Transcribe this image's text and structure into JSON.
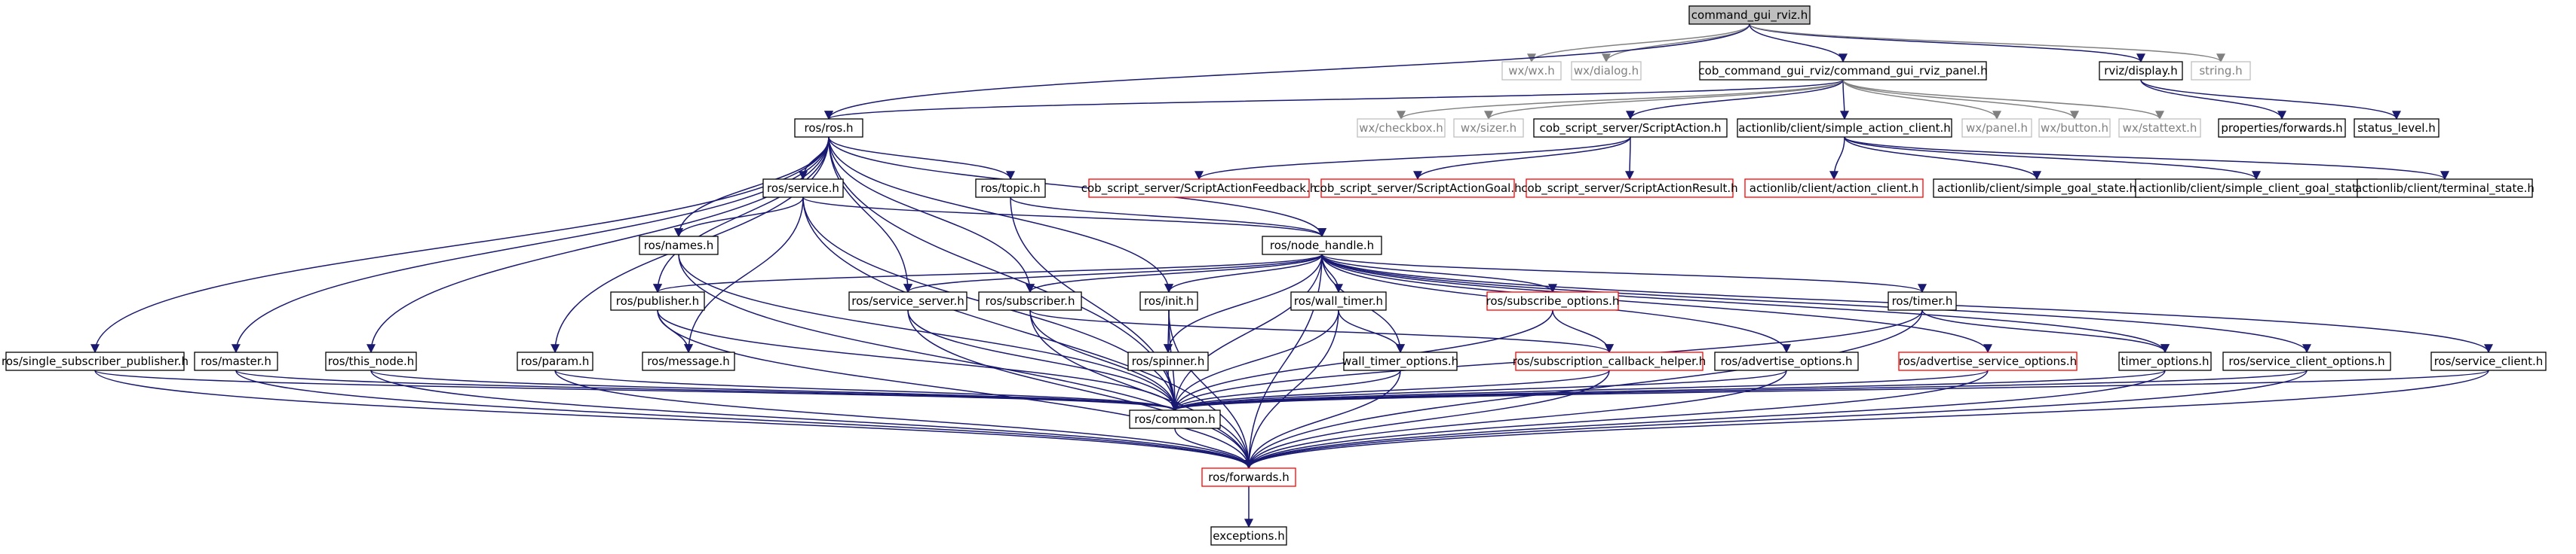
{
  "diagram": {
    "nodes": {
      "root": {
        "label": "command_gui_rviz.h",
        "style": "root"
      },
      "wxwx": {
        "label": "wx/wx.h",
        "style": "gray"
      },
      "wxdialog": {
        "label": "wx/dialog.h",
        "style": "gray"
      },
      "panel": {
        "label": "cob_command_gui_rviz/command_gui_rviz_panel.h",
        "style": "normal"
      },
      "rvizdisplay": {
        "label": "rviz/display.h",
        "style": "normal"
      },
      "string": {
        "label": "string.h",
        "style": "gray"
      },
      "rosros": {
        "label": "ros/ros.h",
        "style": "normal"
      },
      "wxcheckbox": {
        "label": "wx/checkbox.h",
        "style": "gray"
      },
      "wxsizer": {
        "label": "wx/sizer.h",
        "style": "gray"
      },
      "scriptaction": {
        "label": "cob_script_server/ScriptAction.h",
        "style": "normal"
      },
      "sac": {
        "label": "actionlib/client/simple_action_client.h",
        "style": "normal"
      },
      "wxpanel": {
        "label": "wx/panel.h",
        "style": "gray"
      },
      "wxbutton": {
        "label": "wx/button.h",
        "style": "gray"
      },
      "wxstattext": {
        "label": "wx/stattext.h",
        "style": "gray"
      },
      "propforwards": {
        "label": "properties/forwards.h",
        "style": "normal"
      },
      "statuslevel": {
        "label": "status_level.h",
        "style": "normal"
      },
      "safeedback": {
        "label": "cob_script_server/ScriptActionFeedback.h",
        "style": "red"
      },
      "sagoal": {
        "label": "cob_script_server/ScriptActionGoal.h",
        "style": "red"
      },
      "saresult": {
        "label": "cob_script_server/ScriptActionResult.h",
        "style": "red"
      },
      "actionclient": {
        "label": "actionlib/client/action_client.h",
        "style": "red"
      },
      "simplegoalstate": {
        "label": "actionlib/client/simple_goal_state.h",
        "style": "normal"
      },
      "simpleclientgoalstate": {
        "label": "actionlib/client/simple_client_goal_state.h",
        "style": "normal"
      },
      "terminalstate": {
        "label": "actionlib/client/terminal_state.h",
        "style": "normal"
      },
      "service": {
        "label": "ros/service.h",
        "style": "normal"
      },
      "topic": {
        "label": "ros/topic.h",
        "style": "normal"
      },
      "nodehandle": {
        "label": "ros/node_handle.h",
        "style": "normal"
      },
      "names": {
        "label": "ros/names.h",
        "style": "normal"
      },
      "publisher": {
        "label": "ros/publisher.h",
        "style": "normal"
      },
      "serviceserver": {
        "label": "ros/service_server.h",
        "style": "normal"
      },
      "subscriber": {
        "label": "ros/subscriber.h",
        "style": "normal"
      },
      "init": {
        "label": "ros/init.h",
        "style": "normal"
      },
      "walltimer": {
        "label": "ros/wall_timer.h",
        "style": "normal"
      },
      "subopts": {
        "label": "ros/subscribe_options.h",
        "style": "red"
      },
      "timer": {
        "label": "ros/timer.h",
        "style": "normal"
      },
      "ssp": {
        "label": "ros/single_subscriber_publisher.h",
        "style": "normal"
      },
      "master": {
        "label": "ros/master.h",
        "style": "normal"
      },
      "thisnode": {
        "label": "ros/this_node.h",
        "style": "normal"
      },
      "param": {
        "label": "ros/param.h",
        "style": "normal"
      },
      "message": {
        "label": "ros/message.h",
        "style": "normal"
      },
      "spinner": {
        "label": "ros/spinner.h",
        "style": "normal"
      },
      "walltimeropts": {
        "label": "wall_timer_options.h",
        "style": "normal"
      },
      "subcbhelper": {
        "label": "ros/subscription_callback_helper.h",
        "style": "red"
      },
      "advopts": {
        "label": "ros/advertise_options.h",
        "style": "normal"
      },
      "advsvcopts": {
        "label": "ros/advertise_service_options.h",
        "style": "red"
      },
      "timeropts": {
        "label": "timer_options.h",
        "style": "normal"
      },
      "svcclientopts": {
        "label": "ros/service_client_options.h",
        "style": "normal"
      },
      "svcclient": {
        "label": "ros/service_client.h",
        "style": "normal"
      },
      "common": {
        "label": "ros/common.h",
        "style": "normal"
      },
      "forwards": {
        "label": "ros/forwards.h",
        "style": "red"
      },
      "exceptions": {
        "label": "exceptions.h",
        "style": "normal"
      }
    },
    "edges": [
      [
        "root",
        "wxwx"
      ],
      [
        "root",
        "wxdialog"
      ],
      [
        "root",
        "panel"
      ],
      [
        "root",
        "rvizdisplay"
      ],
      [
        "root",
        "string"
      ],
      [
        "root",
        "rosros"
      ],
      [
        "panel",
        "rosros"
      ],
      [
        "panel",
        "wxcheckbox"
      ],
      [
        "panel",
        "wxsizer"
      ],
      [
        "panel",
        "scriptaction"
      ],
      [
        "panel",
        "sac"
      ],
      [
        "panel",
        "wxpanel"
      ],
      [
        "panel",
        "wxbutton"
      ],
      [
        "panel",
        "wxstattext"
      ],
      [
        "rvizdisplay",
        "propforwards"
      ],
      [
        "rvizdisplay",
        "statuslevel"
      ],
      [
        "scriptaction",
        "safeedback"
      ],
      [
        "scriptaction",
        "sagoal"
      ],
      [
        "scriptaction",
        "saresult"
      ],
      [
        "sac",
        "actionclient"
      ],
      [
        "sac",
        "simplegoalstate"
      ],
      [
        "sac",
        "simpleclientgoalstate"
      ],
      [
        "sac",
        "terminalstate"
      ],
      [
        "rosros",
        "service"
      ],
      [
        "rosros",
        "topic"
      ],
      [
        "rosros",
        "nodehandle"
      ],
      [
        "rosros",
        "names"
      ],
      [
        "rosros",
        "publisher"
      ],
      [
        "rosros",
        "serviceserver"
      ],
      [
        "rosros",
        "subscriber"
      ],
      [
        "rosros",
        "init"
      ],
      [
        "rosros",
        "ssp"
      ],
      [
        "rosros",
        "master"
      ],
      [
        "rosros",
        "thisnode"
      ],
      [
        "rosros",
        "param"
      ],
      [
        "rosros",
        "common"
      ],
      [
        "service",
        "nodehandle"
      ],
      [
        "service",
        "names"
      ],
      [
        "service",
        "message"
      ],
      [
        "service",
        "common"
      ],
      [
        "service",
        "forwards"
      ],
      [
        "topic",
        "nodehandle"
      ],
      [
        "topic",
        "common"
      ],
      [
        "names",
        "common"
      ],
      [
        "names",
        "forwards"
      ],
      [
        "nodehandle",
        "publisher"
      ],
      [
        "nodehandle",
        "serviceserver"
      ],
      [
        "nodehandle",
        "subscriber"
      ],
      [
        "nodehandle",
        "init"
      ],
      [
        "nodehandle",
        "walltimer"
      ],
      [
        "nodehandle",
        "subopts"
      ],
      [
        "nodehandle",
        "timer"
      ],
      [
        "nodehandle",
        "spinner"
      ],
      [
        "nodehandle",
        "walltimeropts"
      ],
      [
        "nodehandle",
        "advopts"
      ],
      [
        "nodehandle",
        "advsvcopts"
      ],
      [
        "nodehandle",
        "timeropts"
      ],
      [
        "nodehandle",
        "svcclientopts"
      ],
      [
        "nodehandle",
        "svcclient"
      ],
      [
        "nodehandle",
        "common"
      ],
      [
        "nodehandle",
        "forwards"
      ],
      [
        "publisher",
        "message"
      ],
      [
        "publisher",
        "common"
      ],
      [
        "publisher",
        "forwards"
      ],
      [
        "serviceserver",
        "common"
      ],
      [
        "serviceserver",
        "forwards"
      ],
      [
        "subscriber",
        "subcbhelper"
      ],
      [
        "subscriber",
        "common"
      ],
      [
        "subscriber",
        "forwards"
      ],
      [
        "init",
        "spinner"
      ],
      [
        "init",
        "common"
      ],
      [
        "init",
        "forwards"
      ],
      [
        "walltimer",
        "walltimeropts"
      ],
      [
        "walltimer",
        "common"
      ],
      [
        "walltimer",
        "forwards"
      ],
      [
        "subopts",
        "subcbhelper"
      ],
      [
        "subopts",
        "common"
      ],
      [
        "timer",
        "timeropts"
      ],
      [
        "timer",
        "common"
      ],
      [
        "timer",
        "forwards"
      ],
      [
        "ssp",
        "common"
      ],
      [
        "ssp",
        "forwards"
      ],
      [
        "master",
        "common"
      ],
      [
        "master",
        "forwards"
      ],
      [
        "thisnode",
        "common"
      ],
      [
        "thisnode",
        "forwards"
      ],
      [
        "param",
        "common"
      ],
      [
        "param",
        "forwards"
      ],
      [
        "spinner",
        "common"
      ],
      [
        "walltimeropts",
        "common"
      ],
      [
        "walltimeropts",
        "forwards"
      ],
      [
        "subcbhelper",
        "common"
      ],
      [
        "subcbhelper",
        "forwards"
      ],
      [
        "advopts",
        "common"
      ],
      [
        "advopts",
        "forwards"
      ],
      [
        "advsvcopts",
        "common"
      ],
      [
        "advsvcopts",
        "forwards"
      ],
      [
        "timeropts",
        "common"
      ],
      [
        "timeropts",
        "forwards"
      ],
      [
        "svcclientopts",
        "common"
      ],
      [
        "svcclientopts",
        "forwards"
      ],
      [
        "svcclient",
        "common"
      ],
      [
        "svcclient",
        "forwards"
      ],
      [
        "common",
        "forwards"
      ],
      [
        "forwards",
        "exceptions"
      ]
    ],
    "colors": {
      "edge": "#191970",
      "edge_gray": "#808080",
      "border_normal": "#000000",
      "border_gray": "#bfbfbf",
      "border_red": "#ff0000",
      "root_fill": "#bfbfbf",
      "text_gray": "#808080"
    }
  }
}
